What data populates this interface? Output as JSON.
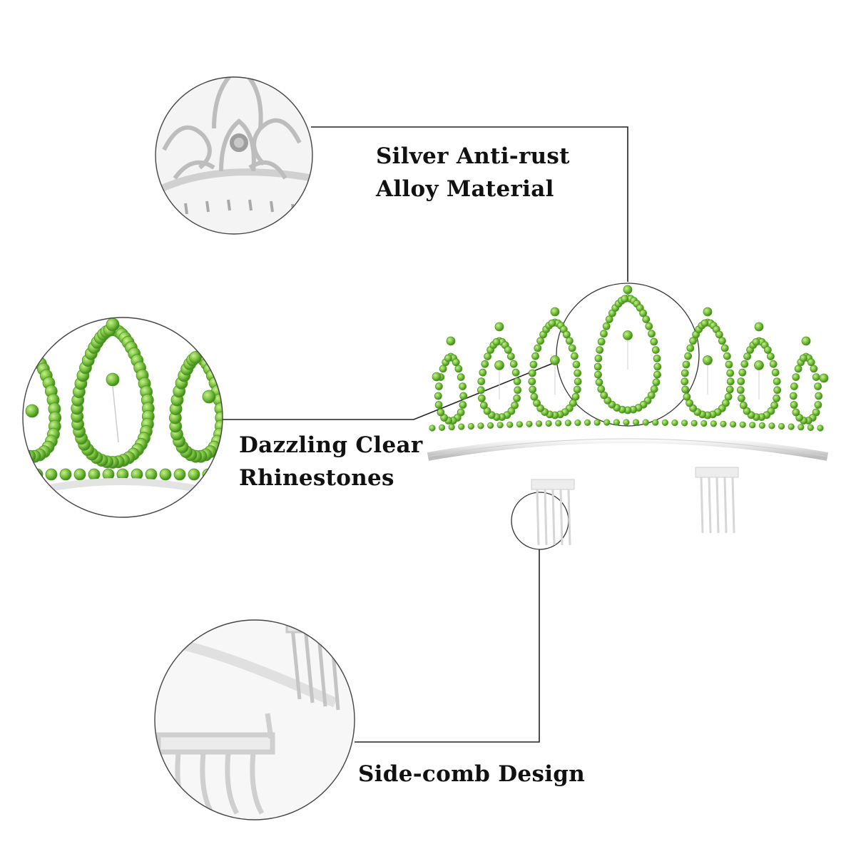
{
  "callouts": {
    "material": {
      "line1": "Silver Anti-rust",
      "line2": "Alloy Material"
    },
    "rhinestones": {
      "line1": "Dazzling Clear",
      "line2": "Rhinestones"
    },
    "side_comb": {
      "line1": "Side-comb Design"
    }
  },
  "colors": {
    "gem_green": "#7cc242",
    "gem_dark": "#4f9a22",
    "silver": "#d8d8d8",
    "leader_line": "#222222"
  }
}
